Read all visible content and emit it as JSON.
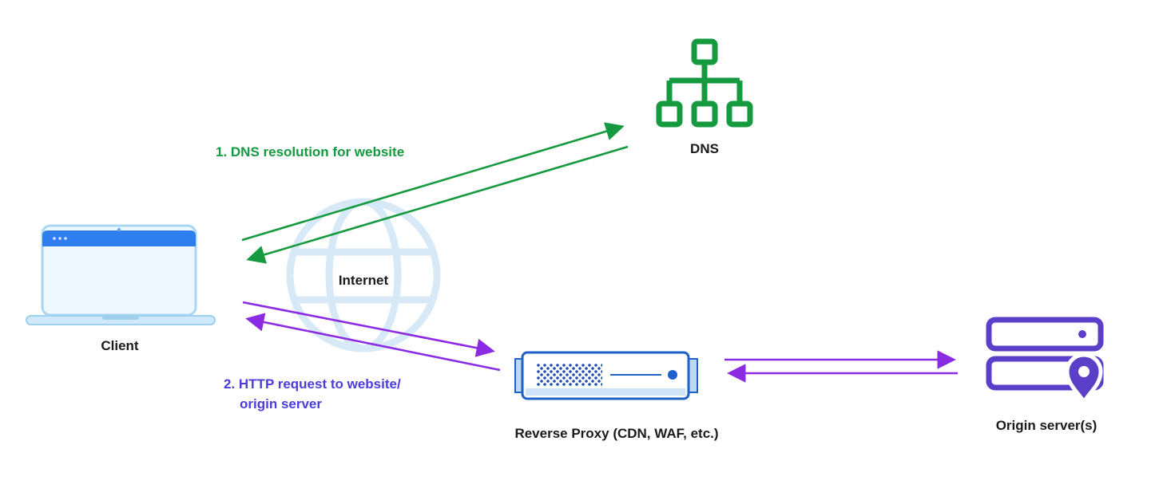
{
  "nodes": {
    "client": {
      "label": "Client"
    },
    "internet": {
      "label": "Internet"
    },
    "dns": {
      "label": "DNS"
    },
    "reverse_proxy": {
      "label": "Reverse Proxy (CDN, WAF, etc.)"
    },
    "origin": {
      "label": "Origin server(s)"
    }
  },
  "flows": {
    "dns_resolution": {
      "label": "1. DNS resolution for website"
    },
    "http_request": {
      "label_line1": "2. HTTP request to website/",
      "label_line2": "origin server"
    }
  },
  "colors": {
    "green": "#169a3f",
    "purple_arrow": "#8b2be2",
    "indigo_text": "#4a3ddb",
    "origin_purple": "#5b3fc9",
    "proxy_blue": "#1d61c9",
    "laptop_blue": "#2e7ef0",
    "pale_blue": "#d7e9f6",
    "label_dark": "#1a1a1a"
  }
}
